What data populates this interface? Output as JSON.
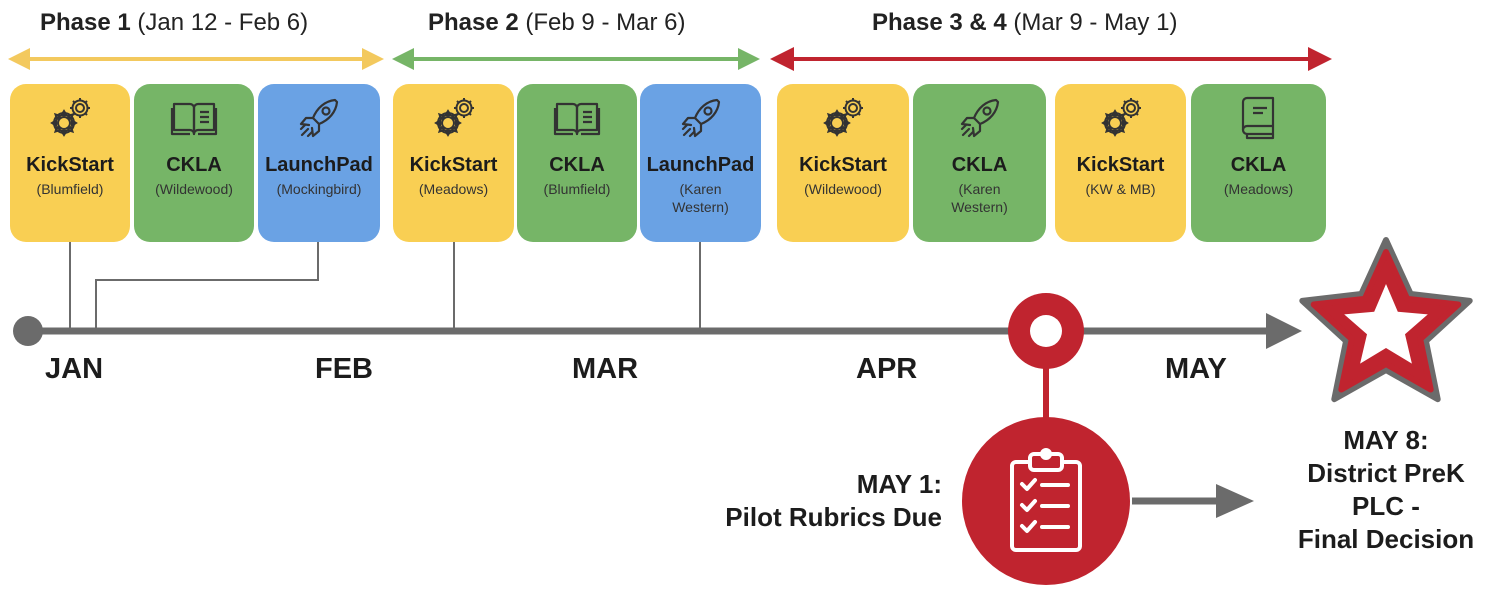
{
  "phases": [
    {
      "name": "Phase 1",
      "dates": "(Jan 12 - Feb 6)",
      "color": "#f3c95e"
    },
    {
      "name": "Phase 2",
      "dates": "(Feb 9 - Mar 6)",
      "color": "#76b567"
    },
    {
      "name": "Phase 3 & 4",
      "dates": "(Mar 9 - May 1)",
      "color": "#c0242f"
    }
  ],
  "cards": [
    {
      "program": "KickStart",
      "school": "(Blumfield)",
      "color": "yellow",
      "icon": "gears-icon"
    },
    {
      "program": "CKLA",
      "school": "(Wildewood)",
      "color": "green",
      "icon": "open-book-icon"
    },
    {
      "program": "LaunchPad",
      "school": "(Mockingbird)",
      "color": "blue",
      "icon": "rocket-icon"
    },
    {
      "program": "KickStart",
      "school": "(Meadows)",
      "color": "yellow",
      "icon": "gears-icon"
    },
    {
      "program": "CKLA",
      "school": "(Blumfield)",
      "color": "green",
      "icon": "open-book-icon"
    },
    {
      "program": "LaunchPad",
      "school": "(Karen\nWestern)",
      "color": "blue",
      "icon": "rocket-icon"
    },
    {
      "program": "KickStart",
      "school": "(Wildewood)",
      "color": "yellow",
      "icon": "gears-icon"
    },
    {
      "program": "CKLA",
      "school": "(Karen\nWestern)",
      "color": "green",
      "icon": "rocket-icon"
    },
    {
      "program": "KickStart",
      "school": "(KW & MB)",
      "color": "yellow",
      "icon": "gears-icon"
    },
    {
      "program": "CKLA",
      "school": "(Meadows)",
      "color": "green",
      "icon": "closed-book-icon"
    }
  ],
  "months": [
    "JAN",
    "FEB",
    "MAR",
    "APR",
    "MAY"
  ],
  "milestones": {
    "may1": {
      "title": "MAY 1:",
      "subtitle": "Pilot Rubrics Due",
      "icon": "clipboard-checklist-icon",
      "color": "#c0242f"
    },
    "may8": {
      "title": "MAY 8:",
      "line2": "District PreK",
      "line3": "PLC -",
      "line4": "Final Decision",
      "icon": "star-icon",
      "color": "#c0242f"
    }
  },
  "colors": {
    "timeline": "#6b6b6b",
    "yellow": "#f9cf53",
    "green": "#76b567",
    "blue": "#6aa2e4",
    "red": "#c0242f"
  }
}
